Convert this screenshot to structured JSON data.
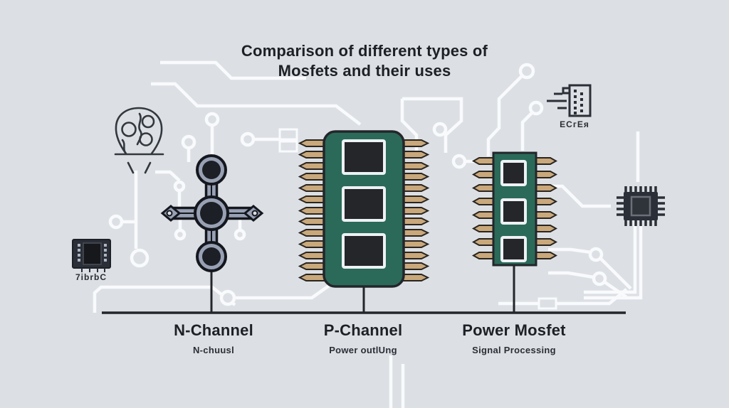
{
  "title": {
    "line1": "Comparison of different types of",
    "line2": "Mosfets and their uses"
  },
  "columns": [
    {
      "id": "n-channel",
      "label": "N-Channel",
      "sublabel": "N-chuusl",
      "symbol": "cross-transistor-symbol"
    },
    {
      "id": "p-channel",
      "label": "P-Channel",
      "sublabel": "Power outlUng",
      "symbol": "large-dip-ic-chip"
    },
    {
      "id": "power-mosfet",
      "label": "Power Mosfet",
      "sublabel": "Signal Processing",
      "symbol": "small-dip-ic-chip"
    }
  ],
  "decorations": {
    "bulb_icon": {
      "name": "lightbulb-circuit-icon"
    },
    "doc_icon": {
      "name": "memory-module-icon",
      "caption": "ЕСгЕя"
    },
    "left_chip_icon": {
      "name": "chip-module-icon",
      "caption": "7ibrbC"
    },
    "right_chip_icon": {
      "name": "microchip-icon"
    }
  },
  "colors": {
    "background": "#dce0e5",
    "trace_white": "#f9fafc",
    "chip_body_green": "#2b6a58",
    "chip_pin_tan": "#c9a87b",
    "chip_window_dark": "#25262a",
    "symbol_slate": "#98a1b4",
    "outline_dark": "#1d2026",
    "text_dark": "#1d2025"
  }
}
